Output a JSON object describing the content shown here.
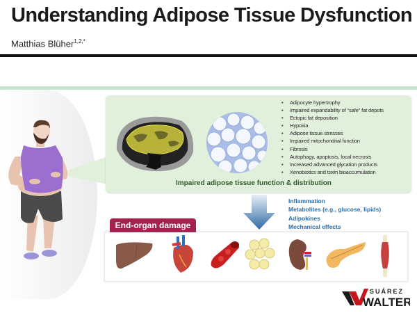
{
  "header": {
    "title": "Understanding Adipose Tissue Dysfunction",
    "author": "Matthias Blüher",
    "author_superscript": "1,2,*"
  },
  "panel": {
    "bullets": [
      "Adipocyte hypertrophy",
      "Impaired expandability of “safe” fat depots",
      "Ectopic fat deposition",
      "Hypoxia",
      "Adipose tissue stresses",
      "Impaired mitochondrial function",
      "Fibrosis",
      "Autophagy, apoptosis, local necrosis",
      "Increased advanced glycation products",
      "Xenobiotics and toxin bioaccumulation"
    ],
    "caption": "Impaired adipose tissue function & distribution"
  },
  "mediators": [
    "Inflammation",
    "Metabolites (e.g., glucose, lipids)",
    "Adipokines",
    "Mechanical effects"
  ],
  "end_organ": {
    "label": "End-organ damage",
    "organs": [
      "liver-icon",
      "heart-icon",
      "blood-vessel-icon",
      "adipocytes-icon",
      "kidney-icon",
      "pancreas-icon",
      "muscle-icon"
    ]
  },
  "logo": {
    "top": "SUÁREZ",
    "bottom": "WALTER"
  },
  "colors": {
    "panel_bg": "#e1f0da",
    "caption": "#2f5b2d",
    "mediators": "#2a6eaa",
    "end_organ_tab": "#a3224e",
    "logo_red": "#c4161c"
  }
}
